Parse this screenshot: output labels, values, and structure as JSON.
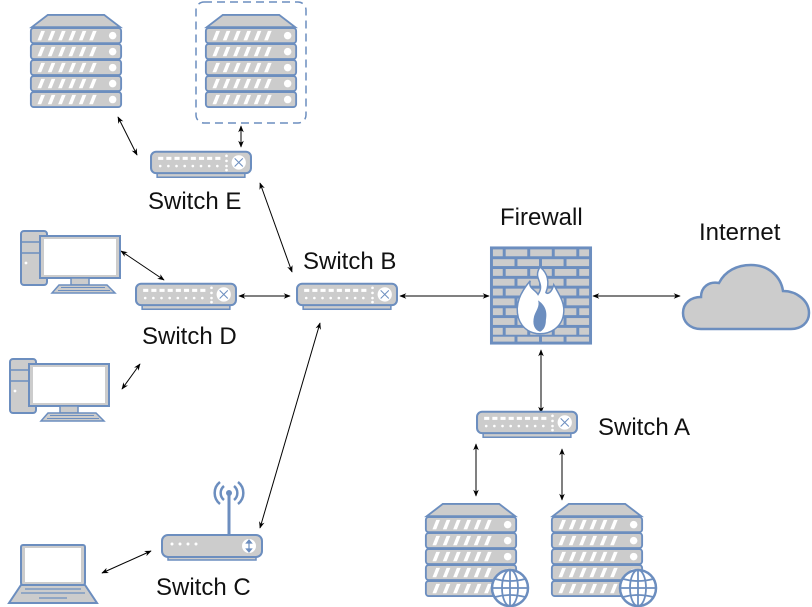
{
  "diagram": {
    "title": "",
    "colors": {
      "stroke": "#6c8ebf",
      "fill": "#cccccc",
      "white": "#ffffff",
      "edge": "#000000",
      "text": "#111111"
    },
    "labels": {
      "switch_e": "Switch E",
      "switch_b": "Switch B",
      "switch_d": "Switch D",
      "switch_c": "Switch C",
      "switch_a": "Switch A",
      "firewall": "Firewall",
      "internet": "Internet"
    },
    "nodes": [
      {
        "id": "server-1",
        "type": "server"
      },
      {
        "id": "server-2",
        "type": "server",
        "group": "dashed"
      },
      {
        "id": "switch-e",
        "type": "switch",
        "label": "Switch E"
      },
      {
        "id": "switch-b",
        "type": "switch",
        "label": "Switch B"
      },
      {
        "id": "switch-d",
        "type": "switch",
        "label": "Switch D"
      },
      {
        "id": "switch-a",
        "type": "switch",
        "label": "Switch A"
      },
      {
        "id": "switch-c",
        "type": "wireless-router",
        "label": "Switch C"
      },
      {
        "id": "desktop-1",
        "type": "desktop"
      },
      {
        "id": "desktop-2",
        "type": "desktop"
      },
      {
        "id": "laptop-1",
        "type": "laptop"
      },
      {
        "id": "firewall",
        "type": "firewall",
        "label": "Firewall"
      },
      {
        "id": "internet",
        "type": "cloud",
        "label": "Internet"
      },
      {
        "id": "web-server-1",
        "type": "web-server"
      },
      {
        "id": "web-server-2",
        "type": "web-server"
      }
    ],
    "edges": [
      {
        "from": "server-1",
        "to": "switch-e",
        "bidirectional": true
      },
      {
        "from": "server-2",
        "to": "switch-e",
        "bidirectional": true
      },
      {
        "from": "switch-e",
        "to": "switch-b",
        "bidirectional": true
      },
      {
        "from": "desktop-1",
        "to": "switch-d",
        "bidirectional": true
      },
      {
        "from": "desktop-2",
        "to": "switch-d",
        "bidirectional": true
      },
      {
        "from": "switch-d",
        "to": "switch-b",
        "bidirectional": true
      },
      {
        "from": "switch-c",
        "to": "switch-b",
        "bidirectional": true
      },
      {
        "from": "laptop-1",
        "to": "switch-c",
        "bidirectional": true
      },
      {
        "from": "switch-b",
        "to": "firewall",
        "bidirectional": true
      },
      {
        "from": "firewall",
        "to": "internet",
        "bidirectional": true
      },
      {
        "from": "firewall",
        "to": "switch-a",
        "bidirectional": true
      },
      {
        "from": "switch-a",
        "to": "web-server-1",
        "bidirectional": true
      },
      {
        "from": "switch-a",
        "to": "web-server-2",
        "bidirectional": true
      }
    ]
  }
}
